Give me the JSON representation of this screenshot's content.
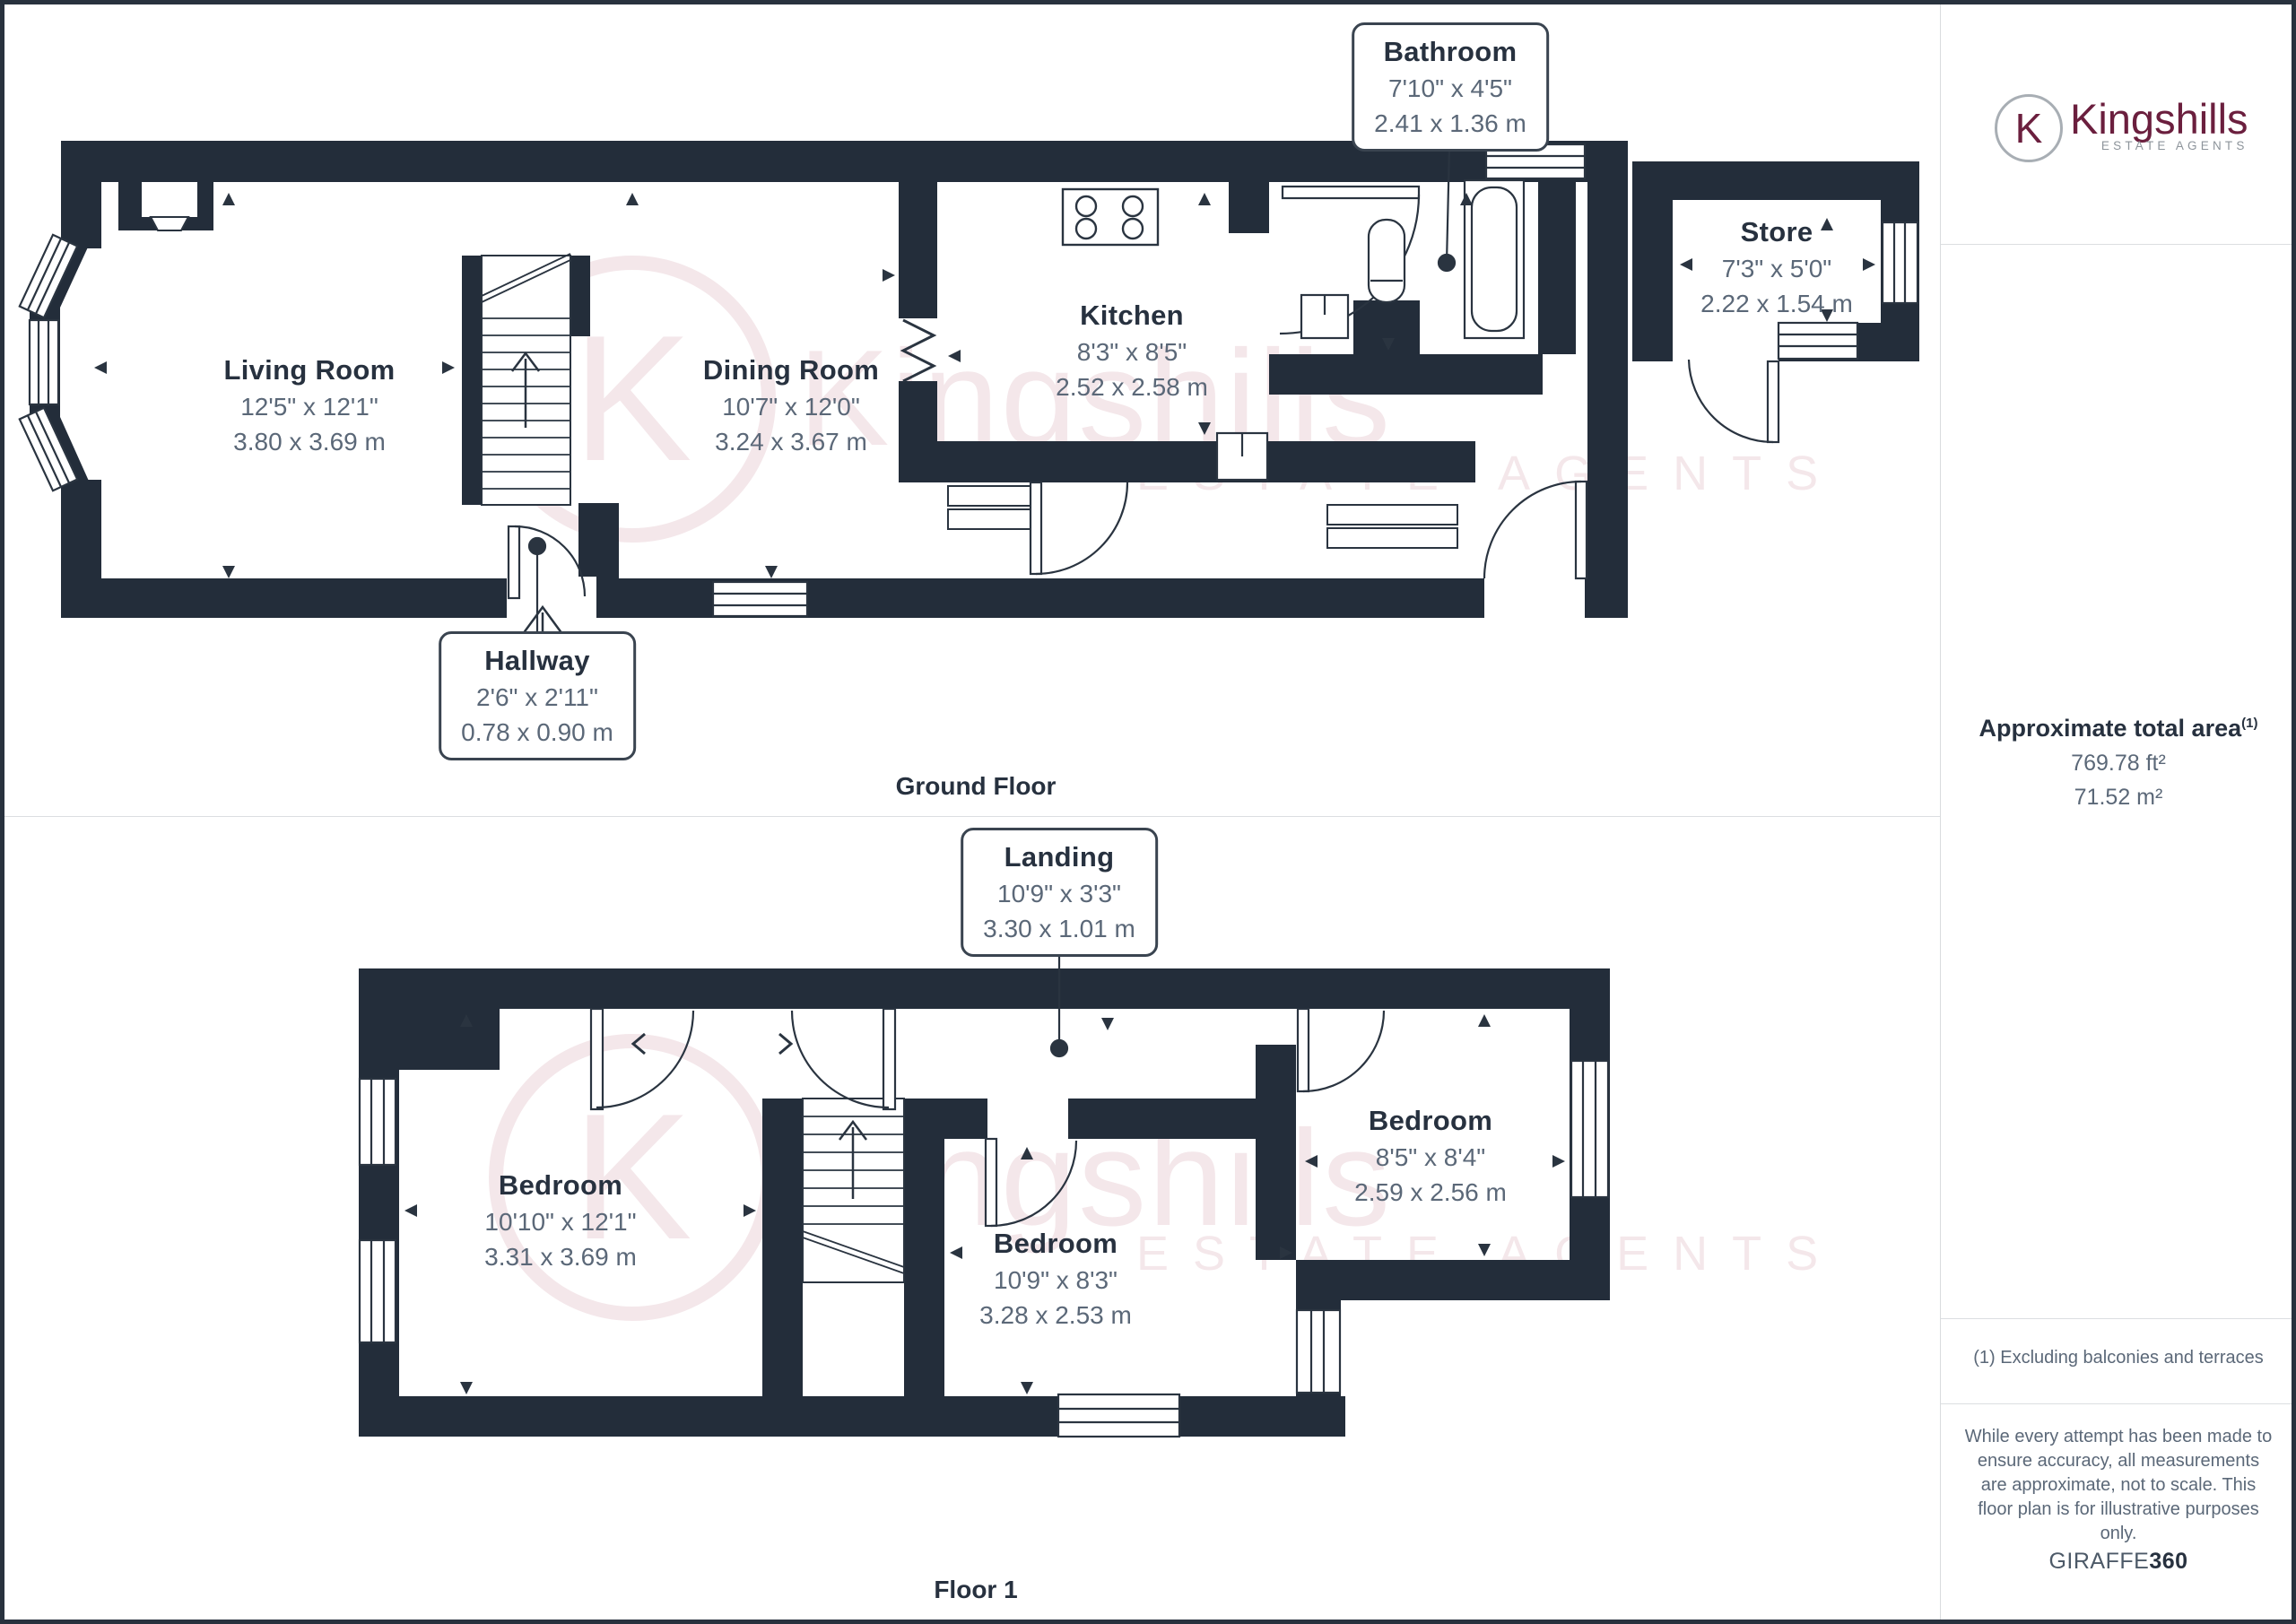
{
  "brand": {
    "logo_letter": "K",
    "name": "Kingshills",
    "tagline": "ESTATE AGENTS"
  },
  "watermark": {
    "letter": "K",
    "name": "Kingshills",
    "tagline": "ESTATE AGENTS"
  },
  "floors": {
    "ground": "Ground Floor",
    "first": "Floor 1"
  },
  "rooms": {
    "living": {
      "name": "Living Room",
      "imperial": "12'5\" x 12'1\"",
      "metric": "3.80 x 3.69 m"
    },
    "dining": {
      "name": "Dining Room",
      "imperial": "10'7\" x 12'0\"",
      "metric": "3.24 x 3.67 m"
    },
    "kitchen": {
      "name": "Kitchen",
      "imperial": "8'3\" x 8'5\"",
      "metric": "2.52 x 2.58 m"
    },
    "bathroom": {
      "name": "Bathroom",
      "imperial": "7'10\" x 4'5\"",
      "metric": "2.41 x 1.36 m"
    },
    "store": {
      "name": "Store",
      "imperial": "7'3\" x 5'0\"",
      "metric": "2.22 x 1.54 m"
    },
    "hallway": {
      "name": "Hallway",
      "imperial": "2'6\" x 2'11\"",
      "metric": "0.78 x 0.90 m"
    },
    "landing": {
      "name": "Landing",
      "imperial": "10'9\" x 3'3\"",
      "metric": "3.30 x 1.01 m"
    },
    "bedroom1": {
      "name": "Bedroom",
      "imperial": "10'10\" x 12'1\"",
      "metric": "3.31 x 3.69 m"
    },
    "bedroom2": {
      "name": "Bedroom",
      "imperial": "10'9\" x 8'3\"",
      "metric": "3.28 x 2.53 m"
    },
    "bedroom3": {
      "name": "Bedroom",
      "imperial": "8'5\" x 8'4\"",
      "metric": "2.59 x 2.56 m"
    }
  },
  "sidebar": {
    "area_title": "Approximate total area",
    "area_superscript": "(1)",
    "area_ft": "769.78 ft²",
    "area_m": "71.52 m²",
    "footnote": "(1) Excluding balconies and terraces",
    "disclaimer": "While every attempt has been made to ensure accuracy, all measurements are approximate, not to scale. This floor plan is for illustrative purposes only.",
    "provider_name": "GIRAFFE",
    "provider_suffix": "360"
  },
  "colors": {
    "wall": "#232d3a",
    "text_dark": "#27313f",
    "text_dim": "#5b6878",
    "brand_maroon": "#6b1f3e",
    "watermark": "#f4e7ea",
    "divider": "#dcdee1"
  }
}
